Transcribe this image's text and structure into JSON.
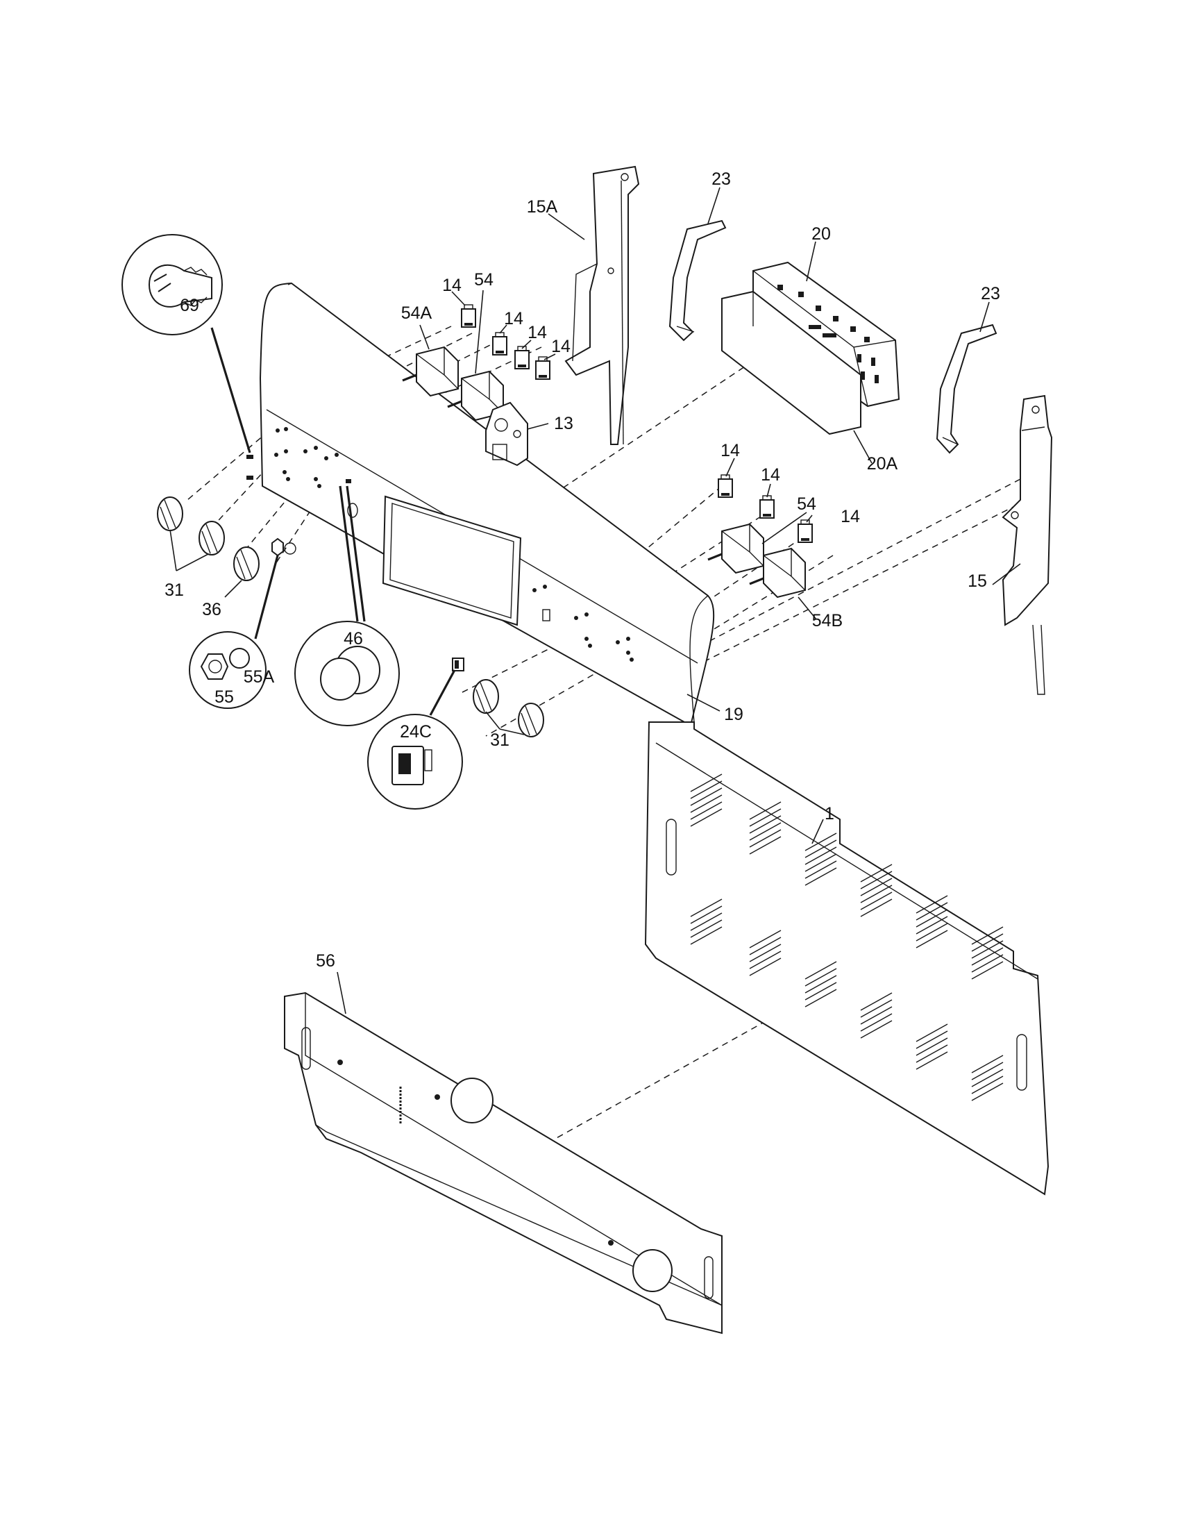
{
  "diagram": {
    "callouts": {
      "c1": "1",
      "c13": "13",
      "c14a": "14",
      "c14b": "14",
      "c14c": "14",
      "c14d": "14",
      "c14e": "14",
      "c14f": "14",
      "c14g": "14",
      "c15": "15",
      "c15A": "15A",
      "c19": "19",
      "c20": "20",
      "c20A": "20A",
      "c23a": "23",
      "c23b": "23",
      "c24C": "24C",
      "c31a": "31",
      "c31b": "31",
      "c36": "36",
      "c46": "46",
      "c54a": "54",
      "c54b": "54",
      "c54A": "54A",
      "c54B": "54B",
      "c55": "55",
      "c55A": "55A",
      "c56": "56",
      "c69": "69"
    }
  }
}
